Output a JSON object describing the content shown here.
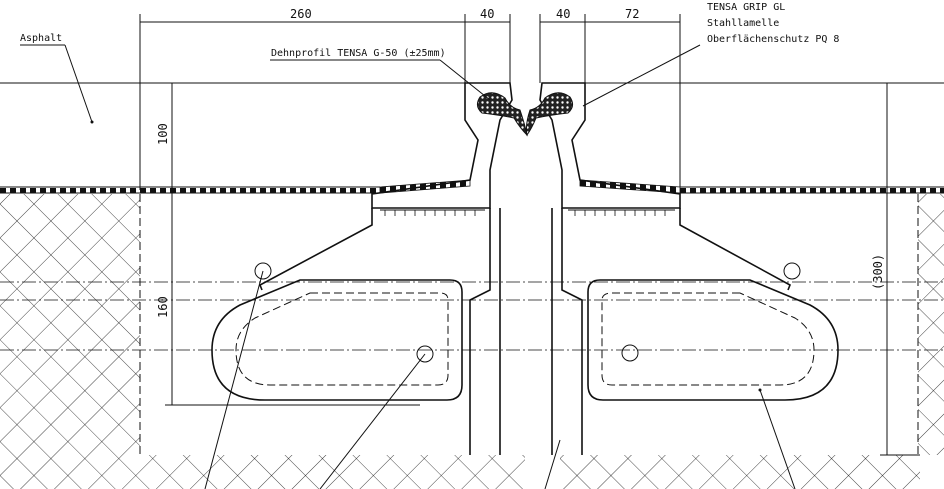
{
  "drawing": {
    "dimensions": {
      "left_width": "260",
      "left_gap": "40",
      "right_gap": "40",
      "right_width": "72",
      "asphalt_height": "100",
      "anchor_height": "160",
      "total_height": "(300)"
    },
    "labels": {
      "asphalt": "Asphalt",
      "profile": "Dehnprofil TENSA G-50 (±25mm)",
      "product": "TENSA GRIP GL",
      "steel": "Stahllamelle",
      "surface": "Oberflächenschutz PQ 8"
    }
  }
}
